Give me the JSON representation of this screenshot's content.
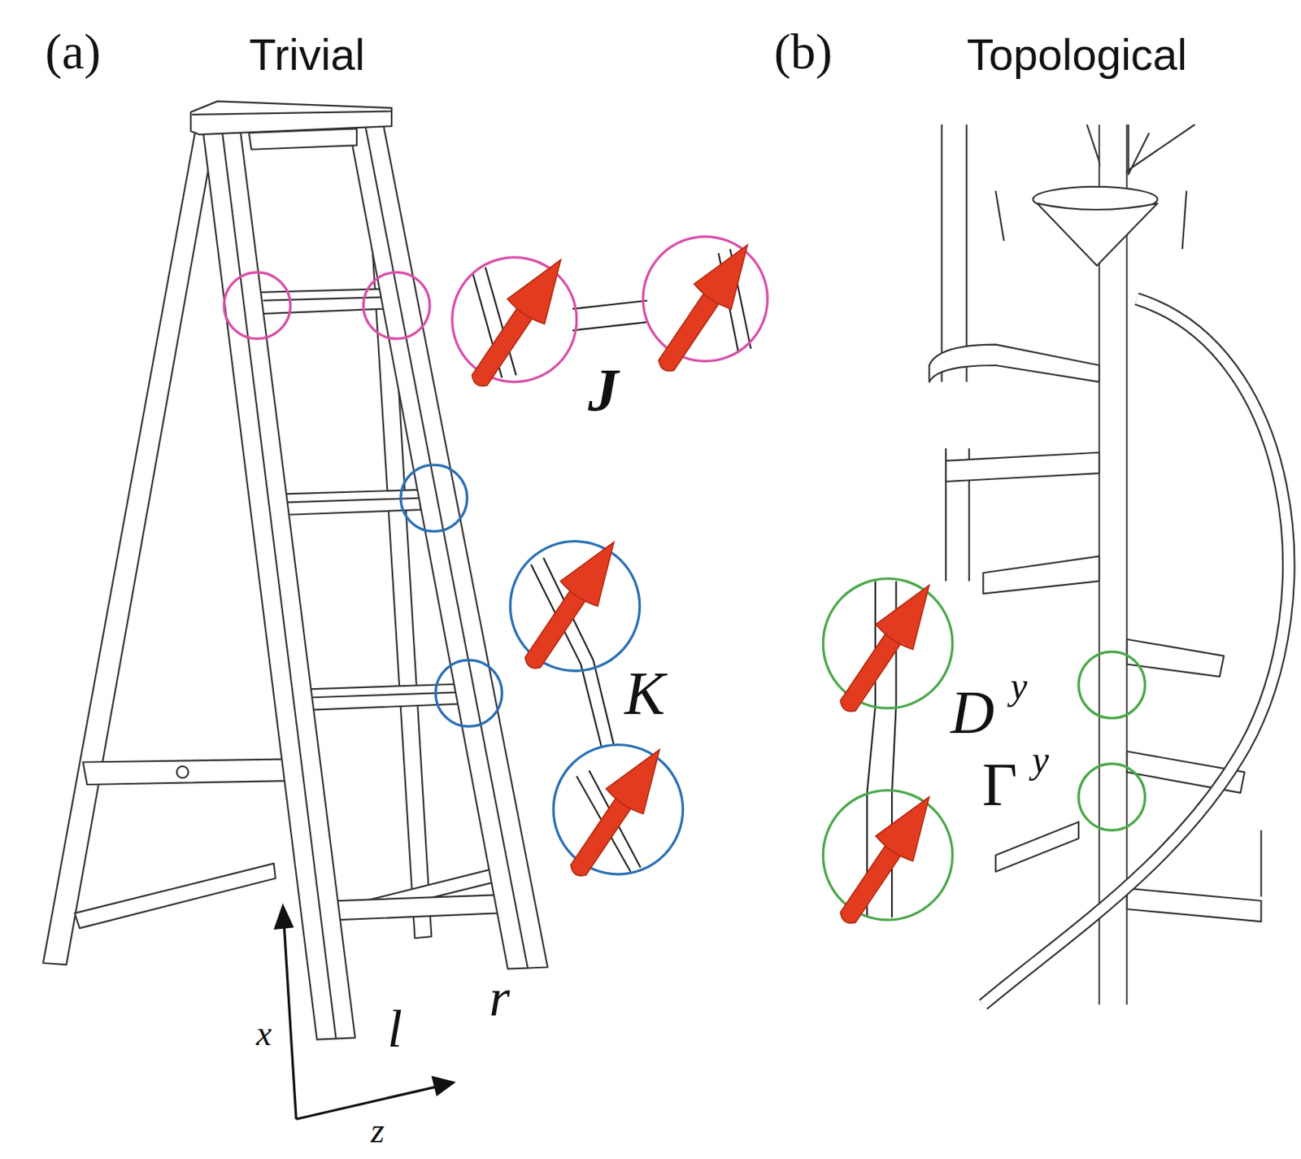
{
  "diagram": {
    "labels": [
      "(a)",
      "Trivial",
      "J",
      "K",
      "x",
      "z",
      "l",
      "r",
      "(b)",
      "Topological",
      "D",
      "y",
      "Γ",
      "y"
    ]
  }
}
